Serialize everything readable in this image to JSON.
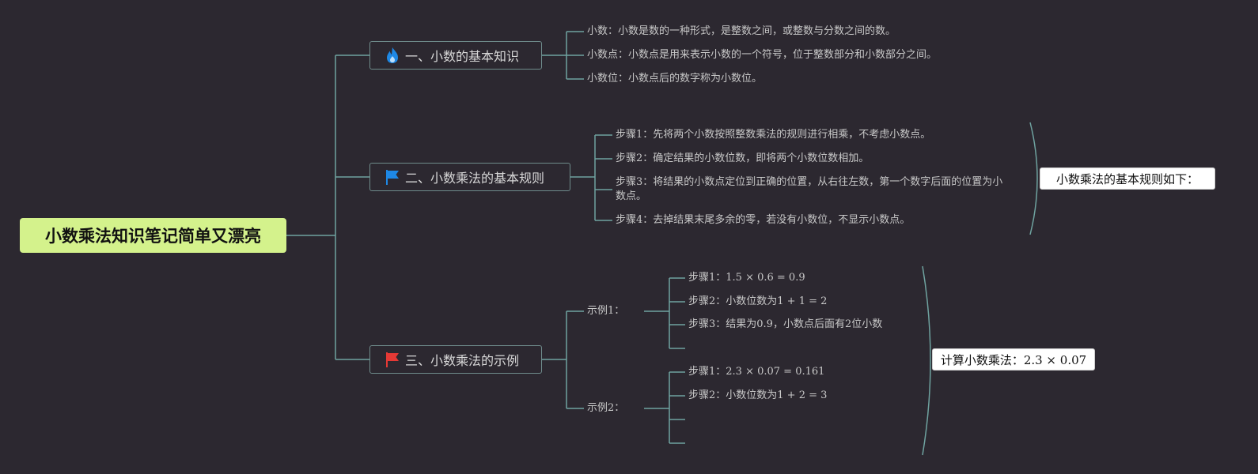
{
  "root": {
    "label": "小数乘法知识笔记简单又漂亮"
  },
  "colors": {
    "background": "#2c2830",
    "root_fill": "#d4f28c",
    "line": "#6fa3a0",
    "flame": "#1e88e5",
    "blue_flag": "#1e88e5",
    "red_flag": "#e53935"
  },
  "branches": [
    {
      "label": "一、小数的基本知识",
      "icon": "flame-icon",
      "items": [
        "小数：小数是数的一种形式，是整数之间，或整数与分数之间的数。",
        "小数点：小数点是用来表示小数的一个符号，位于整数部分和小数部分之间。",
        "小数位：小数点后的数字称为小数位。"
      ]
    },
    {
      "label": "二、小数乘法的基本规则",
      "icon": "blue-flag-icon",
      "items": [
        "步骤1：先将两个小数按照整数乘法的规则进行相乘，不考虑小数点。",
        "步骤2：确定结果的小数位数，即将两个小数位数相加。",
        "步骤3：将结果的小数点定位到正确的位置，从右往左数，第一个数字后面的位置为小数点。",
        "步骤4：去掉结果末尾多余的零，若没有小数位，不显示小数点。"
      ],
      "summary": "小数乘法的基本规则如下："
    },
    {
      "label": "三、小数乘法的示例",
      "icon": "red-flag-icon",
      "examples": [
        {
          "label": "示例1：",
          "steps": [
            "步骤1：1.5 × 0.6 = 0.9",
            "步骤2：小数位数为1 + 1 = 2",
            "步骤3：结果为0.9，小数点后面有2位小数",
            ""
          ]
        },
        {
          "label": "示例2：",
          "steps": [
            "步骤1：2.3 × 0.07 = 0.161",
            "步骤2：小数位数为1 + 2 = 3",
            "",
            ""
          ]
        }
      ],
      "summary": "计算小数乘法：2.3 × 0.07"
    }
  ]
}
